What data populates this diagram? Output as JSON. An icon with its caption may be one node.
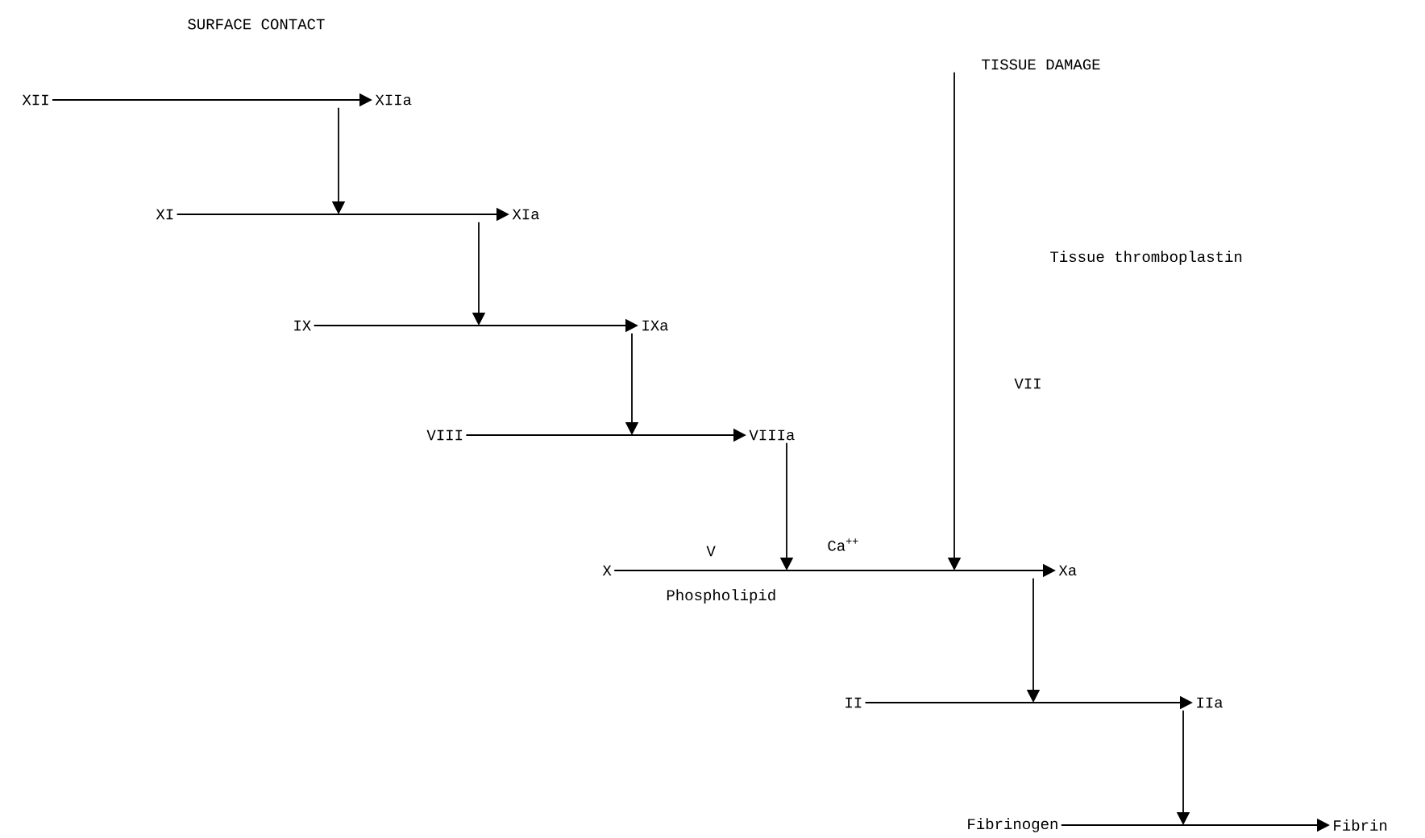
{
  "diagram": {
    "nodes": [
      {
        "text": [
          "XII"
        ]
      },
      {
        "text": [
          "XIIa"
        ]
      },
      {
        "text": [
          "XI"
        ]
      },
      {
        "text": [
          "XIa"
        ]
      },
      {
        "text": [
          "IX"
        ]
      },
      {
        "text": [
          "IXa"
        ]
      },
      {
        "text": [
          "VIII"
        ]
      },
      {
        "text": [
          "VIIIa"
        ]
      },
      {
        "text": [
          "X"
        ]
      },
      {
        "text": [
          "Xa"
        ]
      },
      {
        "text": [
          "II"
        ]
      },
      {
        "text": [
          "IIa"
        ]
      },
      {
        "text": [
          "Fibrinogen"
        ]
      },
      {
        "text": [
          "Fibrin"
        ]
      },
      {
        "text": [
          "TISSUE DAMAGE"
        ]
      }
    ],
    "edges": [
      {
        "from": 0,
        "to": 1,
        "arrow": "to"
      },
      {
        "from": 1,
        "to": null,
        "arrow": "to"
      },
      {
        "from": 2,
        "to": 3,
        "arrow": "to"
      },
      {
        "from": 3,
        "to": null,
        "arrow": "to"
      },
      {
        "from": 4,
        "to": 5,
        "arrow": "to"
      },
      {
        "from": 5,
        "to": null,
        "arrow": "to"
      },
      {
        "from": 6,
        "to": 7,
        "arrow": "to"
      },
      {
        "from": 7,
        "to": null,
        "arrow": "to"
      },
      {
        "from": 14,
        "to": null,
        "arrow": "to"
      },
      {
        "from": 8,
        "to": 9,
        "arrow": "to"
      },
      {
        "from": 9,
        "to": null,
        "arrow": "to"
      },
      {
        "from": 10,
        "to": 11,
        "arrow": "to"
      },
      {
        "from": 11,
        "to": null,
        "arrow": "to"
      },
      {
        "from": 12,
        "to": 13,
        "arrow": "to"
      }
    ],
    "labels": [
      "SURFACE CONTACT",
      "Tissue thromboplastin",
      "VII",
      "V",
      "Ca$^{++}$",
      "Phospholipid"
    ]
  }
}
